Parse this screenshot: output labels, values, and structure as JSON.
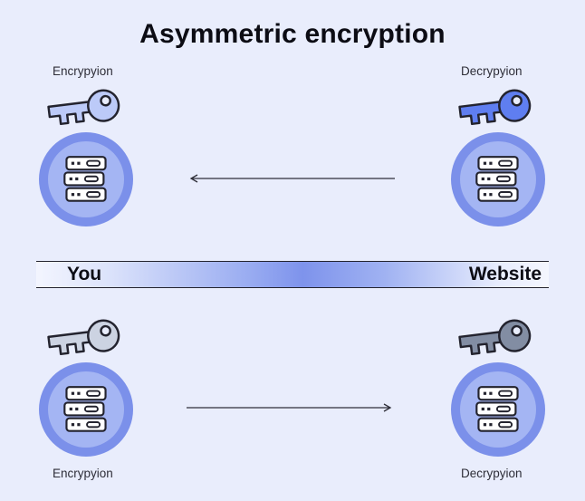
{
  "title": "Asymmetric encryption",
  "colors": {
    "background": "#e9edfc",
    "ring_outer": "#7b90ea",
    "ring_inner": "#a4b5f3",
    "band_blue": "#7e93ec",
    "outline": "#23232e"
  },
  "top": {
    "left_label": "Encrypyion",
    "right_label": "Decrypyion",
    "left_key_color": "#bccaf8",
    "right_key_color": "#5f7ef0",
    "arrow_direction": "right-to-left"
  },
  "middle": {
    "left_label": "You",
    "right_label": "Website"
  },
  "bottom": {
    "left_label": "Encrypyion",
    "right_label": "Decrypyion",
    "left_key_color": "#ccd3e2",
    "right_key_color": "#828da3",
    "arrow_direction": "left-to-right"
  }
}
